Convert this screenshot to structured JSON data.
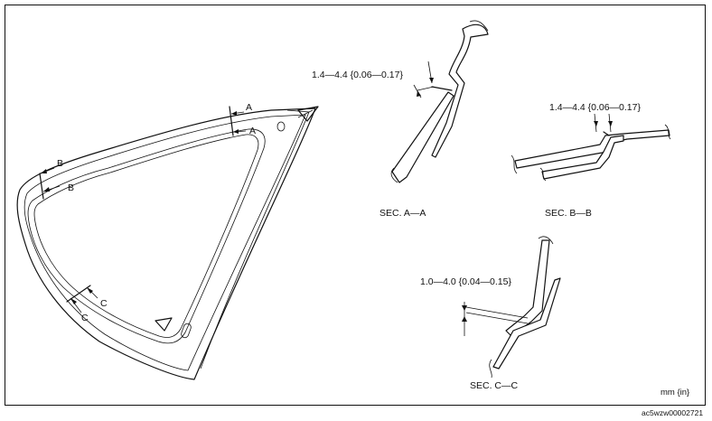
{
  "section_marks": {
    "a_top": "A",
    "a_bottom": "A",
    "b_top": "B",
    "b_bottom": "B",
    "c_top": "C",
    "c_bottom": "C"
  },
  "dimensions": {
    "a": "1.4—4.4 {0.06—0.17}",
    "b": "1.4—4.4 {0.06—0.17}",
    "c": "1.0—4.0 {0.04—0.15}"
  },
  "sections": {
    "a": "SEC. A—A",
    "b": "SEC. B—B",
    "c": "SEC. C—C"
  },
  "unit_note": "mm {in}",
  "figure_ref": "ac5wzw00002721"
}
